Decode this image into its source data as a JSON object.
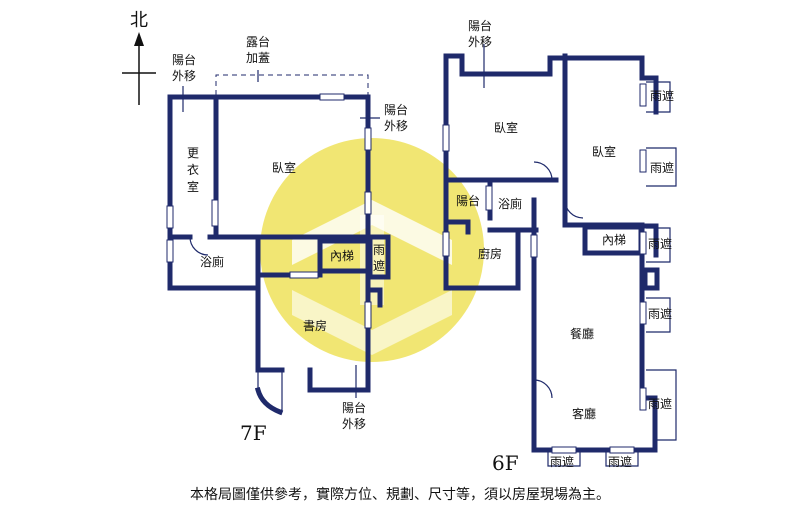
{
  "compass": {
    "north": "北"
  },
  "floor7": {
    "level": "7F",
    "balcony_move_nw": [
      "陽台",
      "外移"
    ],
    "terrace_cover": [
      "露台",
      "加蓋"
    ],
    "balcony_move_ne": [
      "陽台",
      "外移"
    ],
    "closet": [
      "更",
      "衣",
      "室"
    ],
    "bedroom": "臥室",
    "bath": "浴廁",
    "inner_stair": "內梯",
    "rain_shelter": [
      "雨",
      "遮"
    ],
    "study": "書房",
    "balcony_move_s": [
      "陽台",
      "外移"
    ]
  },
  "floor6": {
    "level": "6F",
    "balcony_move_n": [
      "陽台",
      "外移"
    ],
    "bedroom_left": "臥室",
    "bedroom_right": "臥室",
    "balcony": "陽台",
    "bath": "浴廁",
    "kitchen": "廚房",
    "inner_stair": "內梯",
    "dining": "餐廳",
    "living": "客廳",
    "rain_shelters": [
      "雨遮",
      "雨遮",
      "雨遮",
      "雨遮",
      "雨遮",
      "雨遮",
      "雨遮"
    ]
  },
  "footer": "本格局圖僅供參考，實際方位、規劃、尺寸等，須以房屋現場為主。"
}
